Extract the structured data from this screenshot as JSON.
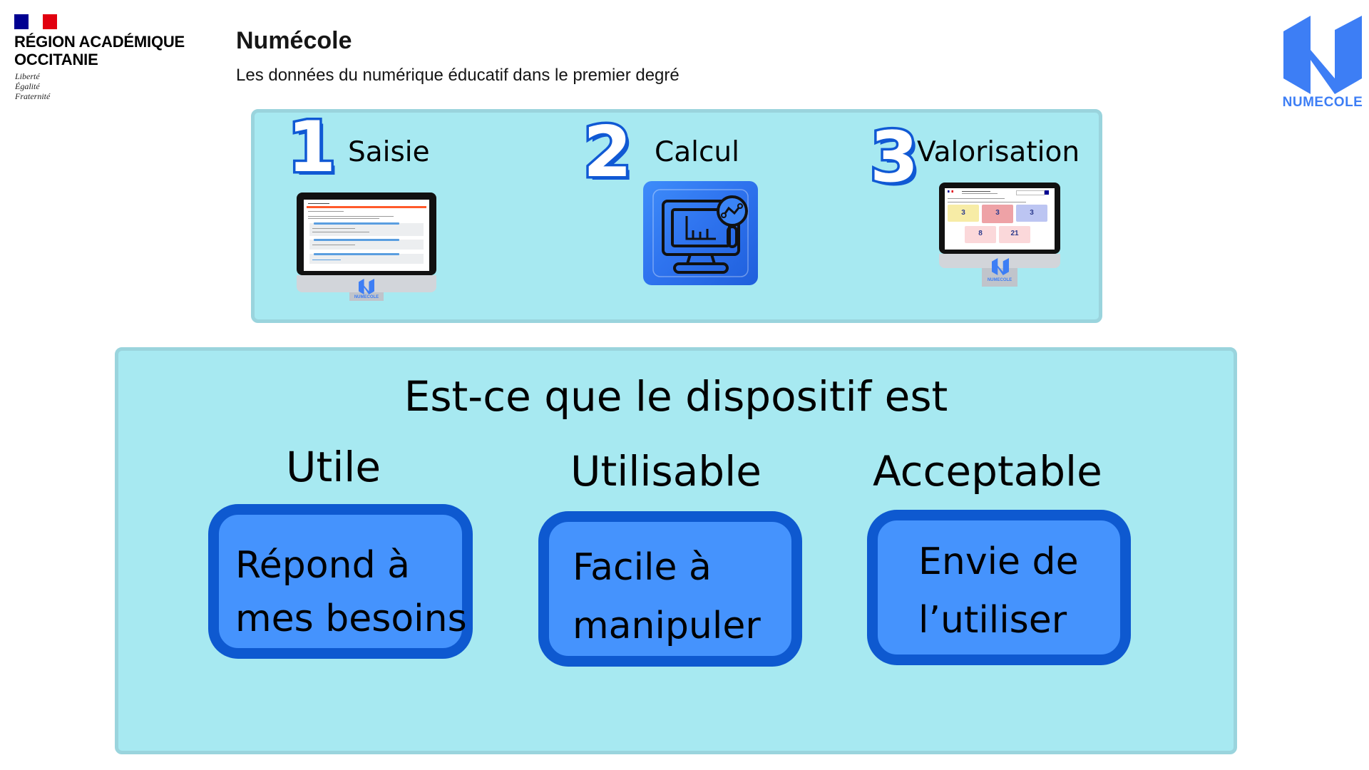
{
  "header": {
    "institution": {
      "line1": "RÉGION ACADÉMIQUE",
      "line2": "OCCITANIE",
      "motto": [
        "Liberté",
        "Égalité",
        "Fraternité"
      ],
      "flag_colors": {
        "blue": "#000091",
        "white": "#ffffff",
        "red": "#e1000f"
      }
    },
    "title": "Numécole",
    "subtitle": "Les données du numérique éducatif dans le premier degré",
    "logo": {
      "icon": "numecole-n-logo-icon",
      "text": "NUMECOLE",
      "color": "#3d7ef5"
    }
  },
  "process": {
    "steps": [
      {
        "number": "1",
        "label": "Saisie",
        "illustration": "monitor-form-screenshot",
        "monitor_logo_text": "NUMECOLE"
      },
      {
        "number": "2",
        "label": "Calcul",
        "illustration": "computer-analytics-icon"
      },
      {
        "number": "3",
        "label": "Valorisation",
        "illustration": "monitor-dashboard-screenshot",
        "monitor_logo_text": "NUMECOLE",
        "dashboard_values": [
          "3",
          "3",
          "3",
          "8",
          "21"
        ]
      }
    ]
  },
  "evaluation": {
    "question": "Est-ce que le dispositif est",
    "criteria": [
      {
        "title": "Utile",
        "description_line1": "Répond à",
        "description_line2": "mes besoins"
      },
      {
        "title": "Utilisable",
        "description_line1": "Facile à",
        "description_line2": "manipuler"
      },
      {
        "title": "Acceptable",
        "description_line1": "Envie de",
        "description_line2": "l’utiliser"
      }
    ]
  },
  "colors": {
    "panel_fill": "#a7e9f1",
    "panel_border": "#9ad4dd",
    "box_fill": "#4593fd",
    "box_border": "#0e59d0",
    "step_number_outline": "#1059d4"
  }
}
